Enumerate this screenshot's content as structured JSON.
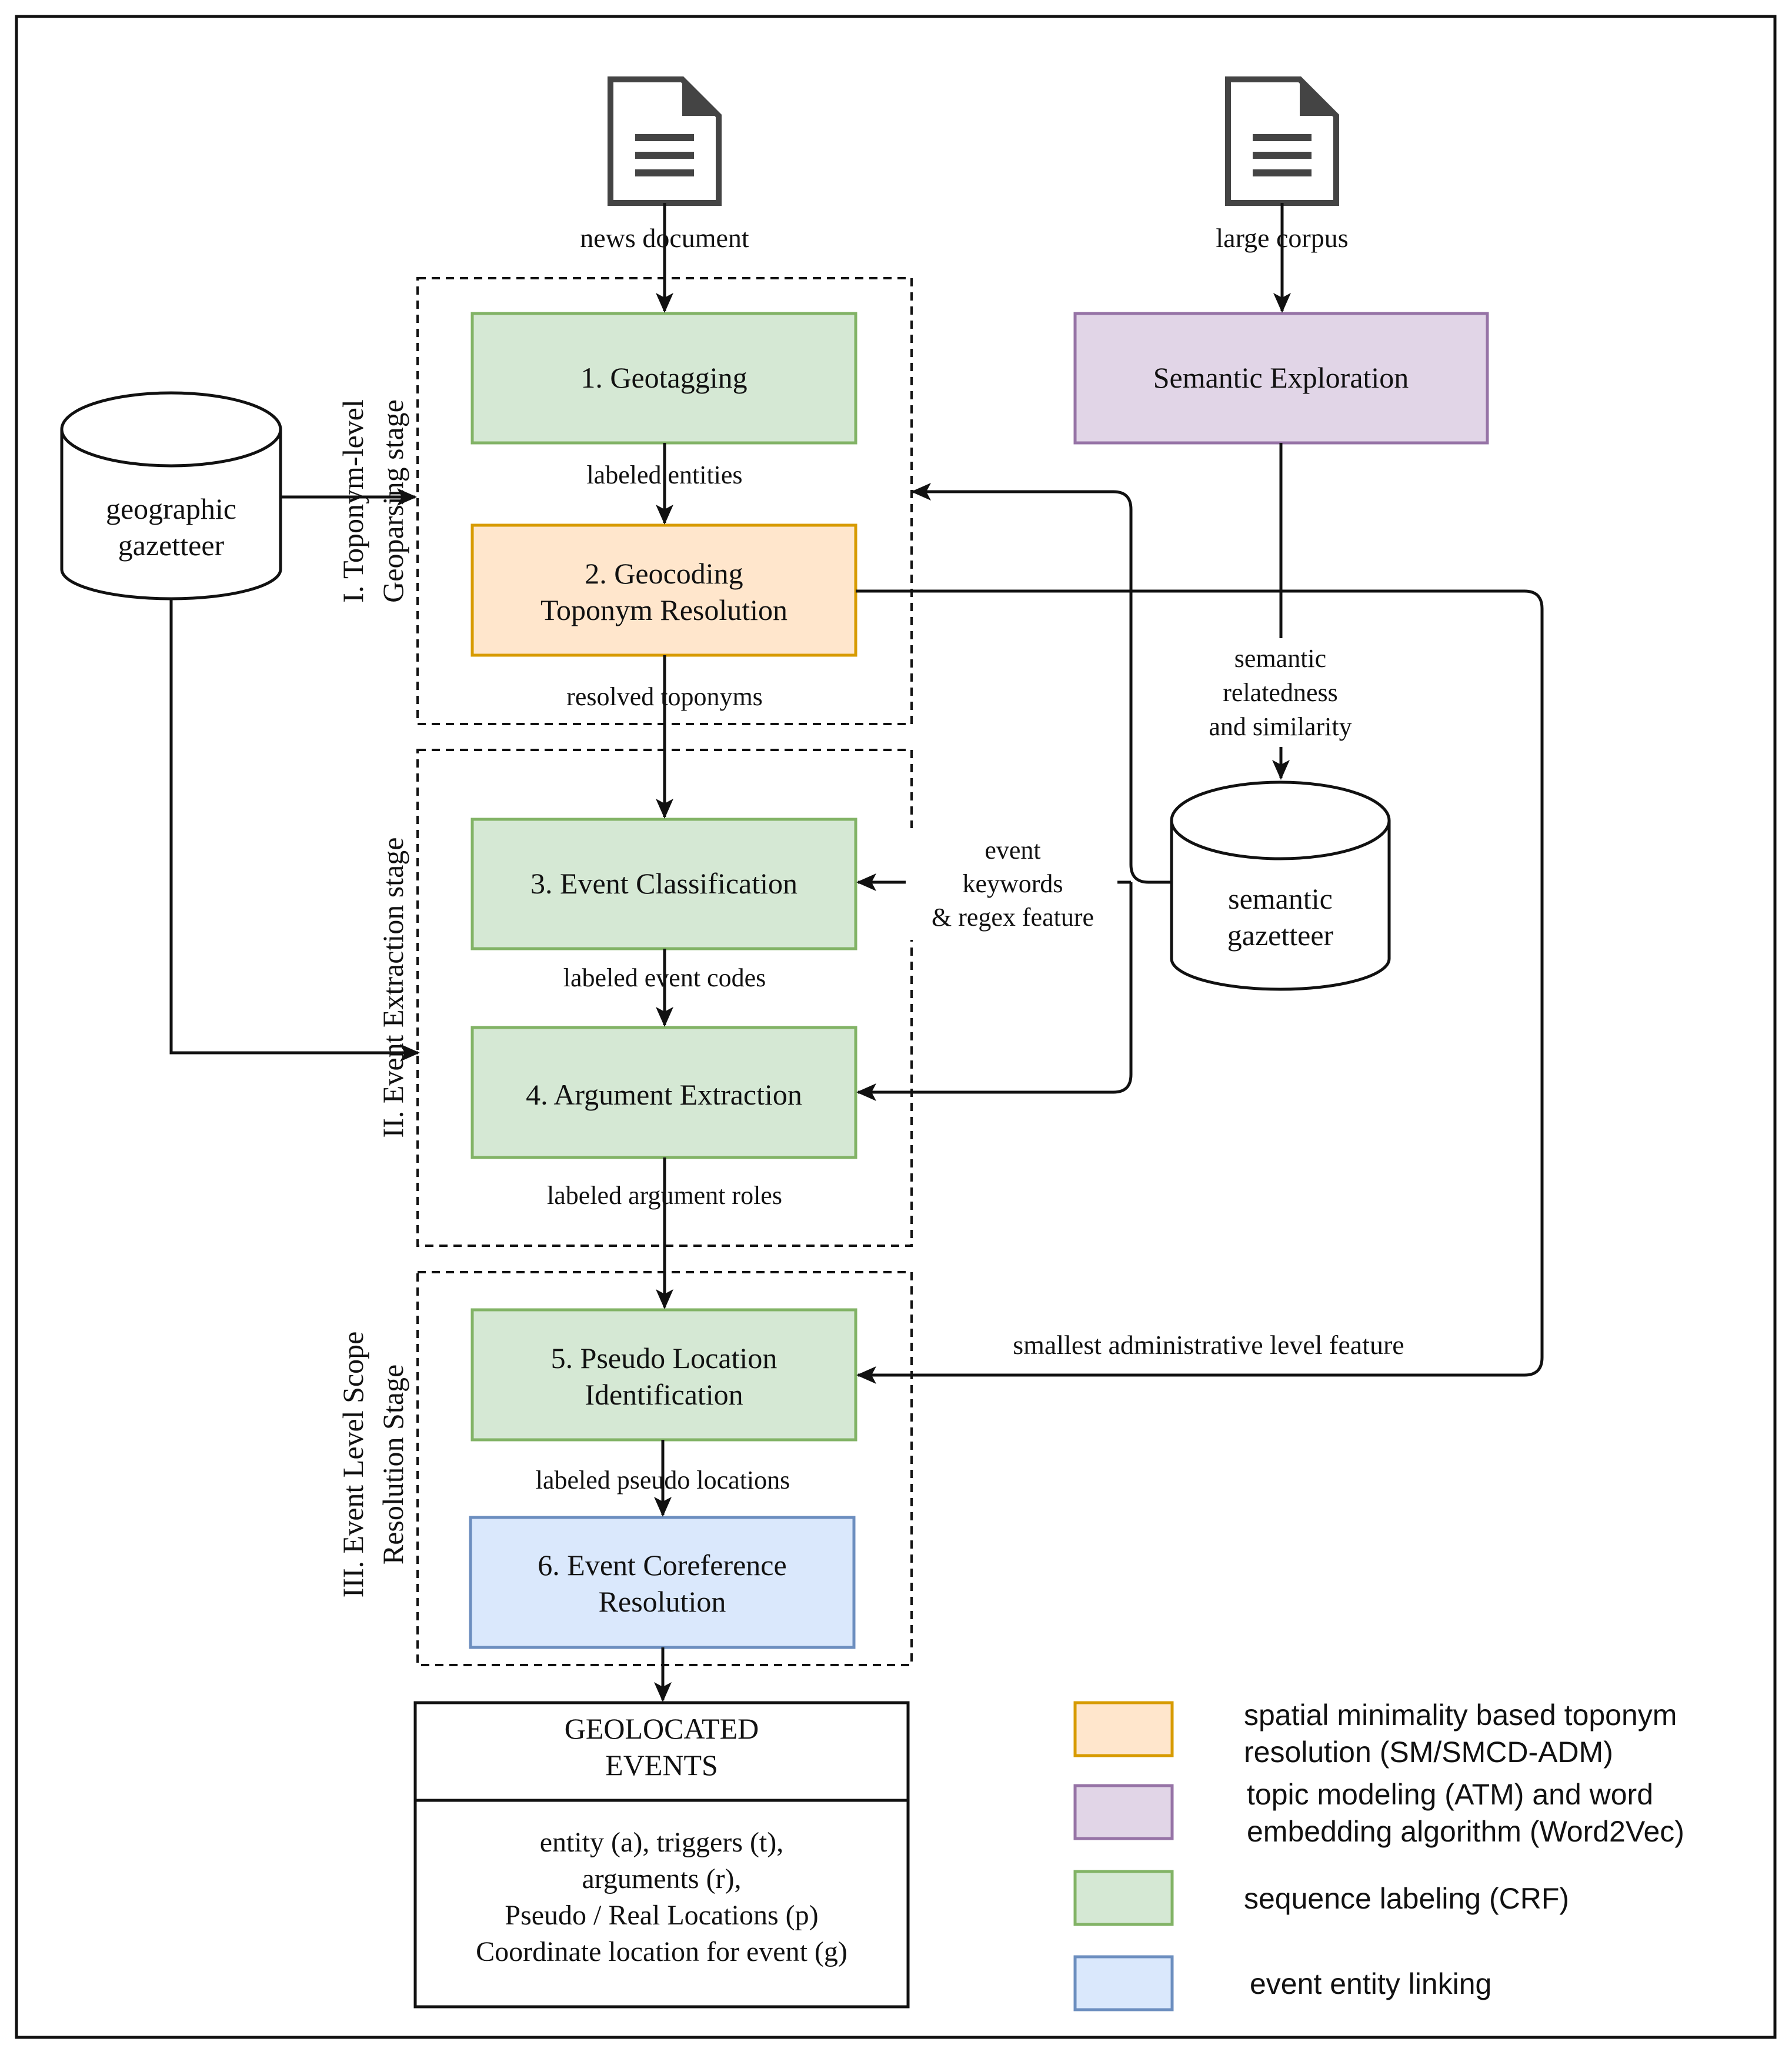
{
  "inputs": {
    "news_document": "news document",
    "large_corpus": "large corpus"
  },
  "stages": {
    "stage1_line1": "I. Toponym-level",
    "stage1_line2": "Geoparsing stage",
    "stage2": "II. Event Extraction stage",
    "stage3_line1": "III. Event Level Scope",
    "stage3_line2": "Resolution Stage"
  },
  "boxes": {
    "geotagging": "1. Geotagging",
    "geocoding_line1": "2. Geocoding",
    "geocoding_line2": "Toponym Resolution",
    "event_classification": "3. Event Classification",
    "argument_extraction": "4. Argument Extraction",
    "pseudo_line1": "5. Pseudo Location",
    "pseudo_line2": "Identification",
    "coref_line1": "6. Event Coreference",
    "coref_line2": "Resolution",
    "semantic_exploration": "Semantic Exploration"
  },
  "databases": {
    "geo_line1": "geographic",
    "geo_line2": "gazetteer",
    "sem_line1": "semantic",
    "sem_line2": "gazetteer"
  },
  "edge_labels": {
    "labeled_entities": "labeled entities",
    "resolved_toponyms": "resolved toponyms",
    "labeled_event_codes": "labeled event codes",
    "labeled_argument_roles": "labeled argument roles",
    "labeled_pseudo_locations": "labeled pseudo locations",
    "semantic_line1": "semantic",
    "semantic_line2": "relatedness",
    "semantic_line3": "and similarity",
    "event_kw_line1": "event",
    "event_kw_line2": "keywords",
    "event_kw_line3": "& regex feature",
    "smallest_admin": "smallest administrative level feature"
  },
  "output": {
    "title_line1": "GEOLOCATED",
    "title_line2": "EVENTS",
    "items": [
      "entity (a), triggers (t),",
      "arguments (r),",
      "Pseudo / Real Locations (p)",
      "Coordinate location for event (g)"
    ]
  },
  "legend": [
    {
      "line1": "spatial minimality based toponym",
      "line2": "resolution (SM/SMCD-ADM)",
      "fill": "#ffe6cc",
      "stroke": "#d79b00"
    },
    {
      "line1": "topic modeling (ATM) and word",
      "line2": "embedding algorithm (Word2Vec)",
      "fill": "#e1d5e7",
      "stroke": "#9673a6"
    },
    {
      "line1": "sequence labeling (CRF)",
      "line2": "",
      "fill": "#d5e8d4",
      "stroke": "#82b366"
    },
    {
      "line1": "event entity linking",
      "line2": "",
      "fill": "#dae8fc",
      "stroke": "#6c8ebf"
    }
  ],
  "colors": {
    "green_fill": "#d5e8d4",
    "green_stroke": "#82b366",
    "orange_fill": "#ffe6cc",
    "orange_stroke": "#d79b00",
    "purple_fill": "#e1d5e7",
    "purple_stroke": "#9673a6",
    "blue_fill": "#dae8fc",
    "blue_stroke": "#6c8ebf"
  },
  "icons": [
    "document-icon",
    "document-icon"
  ]
}
